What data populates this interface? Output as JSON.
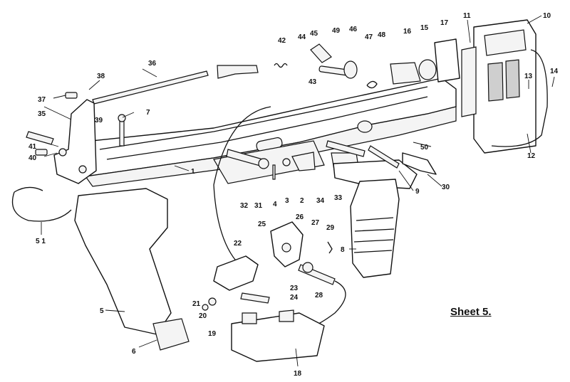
{
  "sheet_label": "Sheet 5.",
  "callouts": {
    "c1": "1",
    "c2": "2",
    "c3": "3",
    "c4": "4",
    "c5": "5",
    "c51": "5 1",
    "c6": "6",
    "c7": "7",
    "c8": "8",
    "c9": "9",
    "c10": "10",
    "c11": "11",
    "c12": "12",
    "c13": "13",
    "c14": "14",
    "c15": "15",
    "c16": "16",
    "c17": "17",
    "c18": "18",
    "c19": "19",
    "c20": "20",
    "c21": "21",
    "c22": "22",
    "c23": "23",
    "c24": "24",
    "c25": "25",
    "c26": "26",
    "c27": "27",
    "c28": "28",
    "c29": "29",
    "c30": "30",
    "c31": "31",
    "c32": "32",
    "c33": "33",
    "c34": "34",
    "c35": "35",
    "c36": "36",
    "c37": "37",
    "c38": "38",
    "c39": "39",
    "c40": "40",
    "c41": "41",
    "c42": "42",
    "c43": "43",
    "c44": "44",
    "c45": "45",
    "c46": "46",
    "c47": "47",
    "c48": "48",
    "c49": "49",
    "c50": "50"
  }
}
